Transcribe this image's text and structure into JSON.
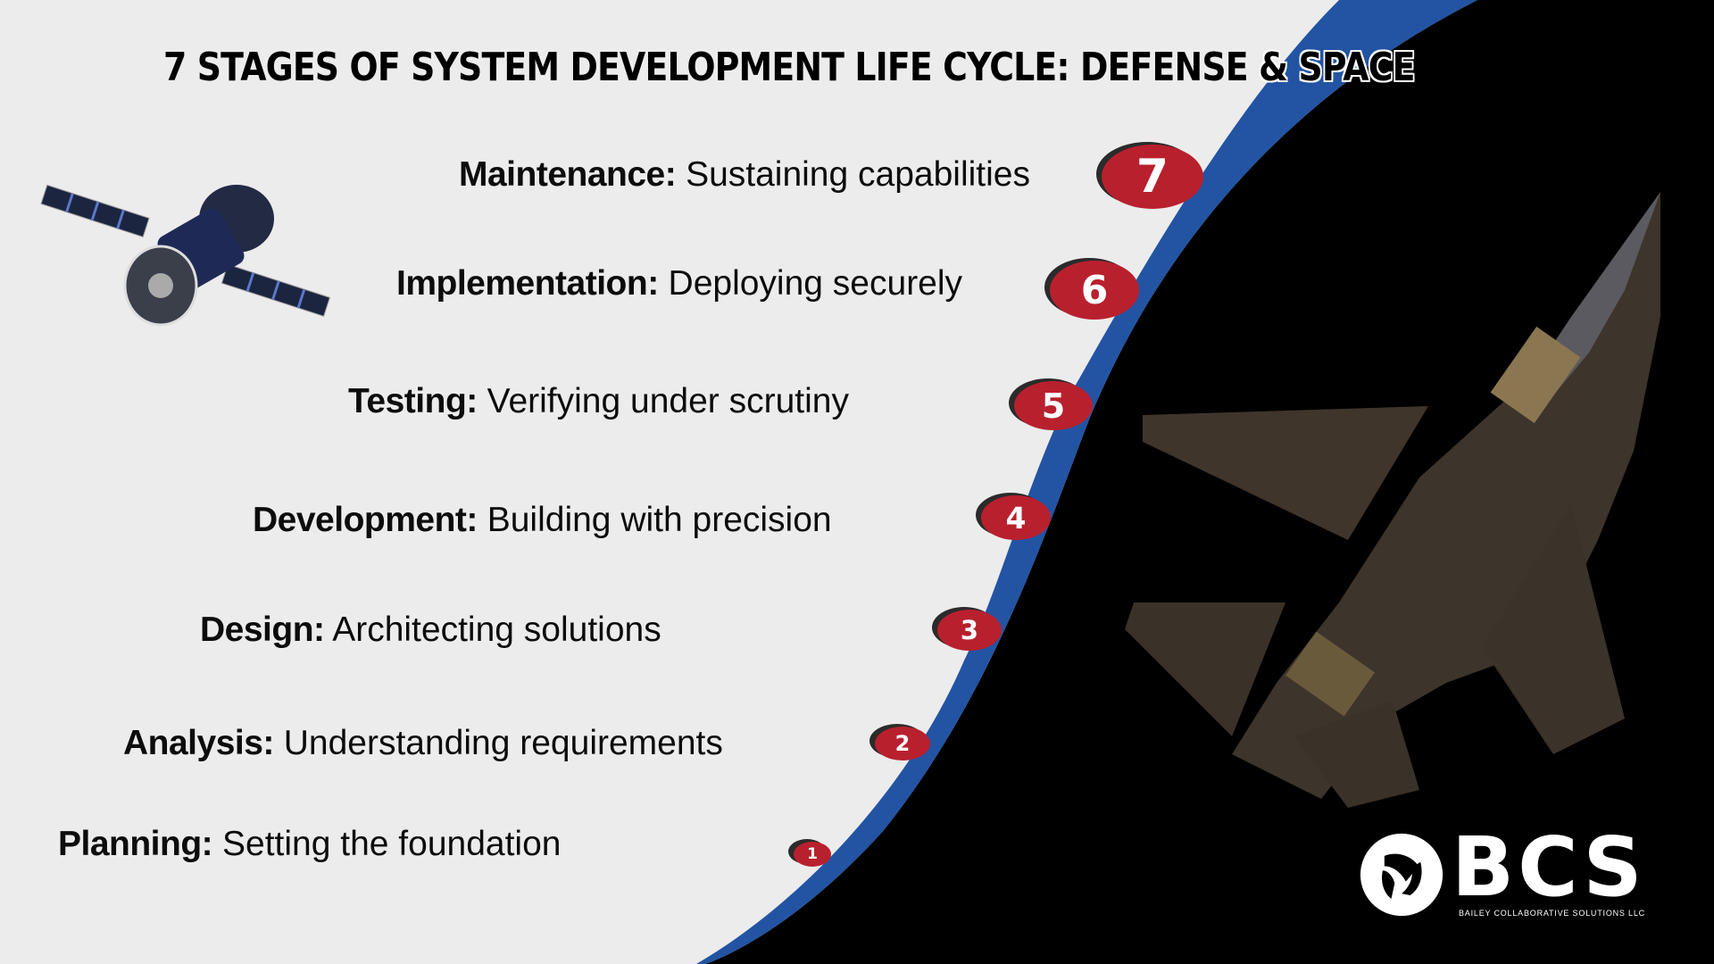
{
  "title": {
    "main": "7 STAGES OF SYSTEM DEVELOPMENT LIFE CYCLE: DEFENSE",
    "outlined": "& SPACE"
  },
  "colors": {
    "background_light": "#ececec",
    "band_blue": "#2354a3",
    "background_dark": "#000000",
    "badge_red": "#b9202e",
    "badge_shadow": "#2b2b2b"
  },
  "stages": [
    {
      "number": "7",
      "name": "Maintenance:",
      "description": "Sustaining capabilities"
    },
    {
      "number": "6",
      "name": "Implementation:",
      "description": "Deploying securely"
    },
    {
      "number": "5",
      "name": "Testing:",
      "description": "Verifying under scrutiny"
    },
    {
      "number": "4",
      "name": "Development:",
      "description": "Building with precision"
    },
    {
      "number": "3",
      "name": "Design:",
      "description": "Architecting solutions"
    },
    {
      "number": "2",
      "name": "Analysis:",
      "description": "Understanding requirements"
    },
    {
      "number": "1",
      "name": "Planning:",
      "description": "Setting the foundation"
    }
  ],
  "images": {
    "satellite": "satellite-spacecraft",
    "jet": "stealth-fighter-jet-underside"
  },
  "logo": {
    "mark": "BCS",
    "subtitle": "BAILEY COLLABORATIVE SOLUTIONS LLC",
    "icon": "aperture-circle-icon"
  }
}
